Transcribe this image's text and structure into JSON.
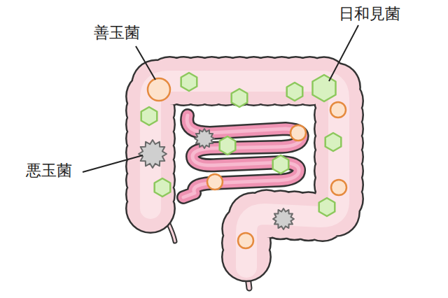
{
  "diagram": {
    "labels": [
      "善玉菌",
      "日和見菌",
      "悪玉菌"
    ]
  }
}
